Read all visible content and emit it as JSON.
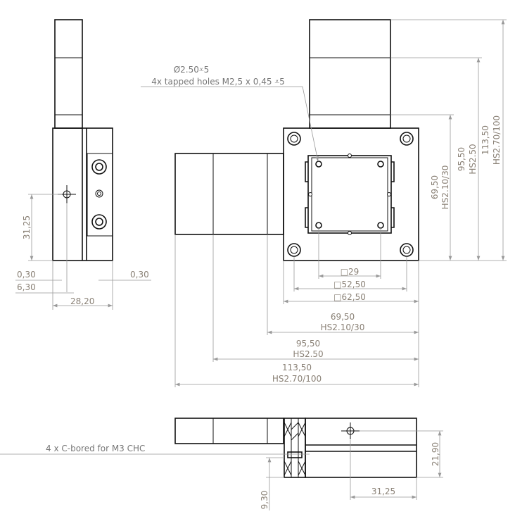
{
  "callouts": {
    "tapped_line1": "Ø2.50⩡5",
    "tapped_line2": "4x tapped holes M2,5 x 0,45 ⩡5",
    "cbored": "4 x C-bored for M3 CHC"
  },
  "side_view": {
    "d_height": "31,25",
    "d_left1": "0,30",
    "d_left2": "6,30",
    "d_width": "28,20",
    "d_right": "0,30"
  },
  "top_view": {
    "sq29": "□29",
    "sq52": "□52,50",
    "sq62": "□62,50",
    "w1": "69,50",
    "w1b": "HS2.10/30",
    "w2": "95,50",
    "w2b": "HS2.50",
    "w3": "113,50",
    "w3b": "HS2.70/100",
    "h1": "69,50",
    "h1b": "HS2.10/30",
    "h2": "95,50",
    "h2b": "HS2.50",
    "h3": "113,50",
    "h3b": "HS2.70/100"
  },
  "front_view": {
    "d_height": "21,90",
    "d_hole": "31,25",
    "d_low": "9,30"
  }
}
